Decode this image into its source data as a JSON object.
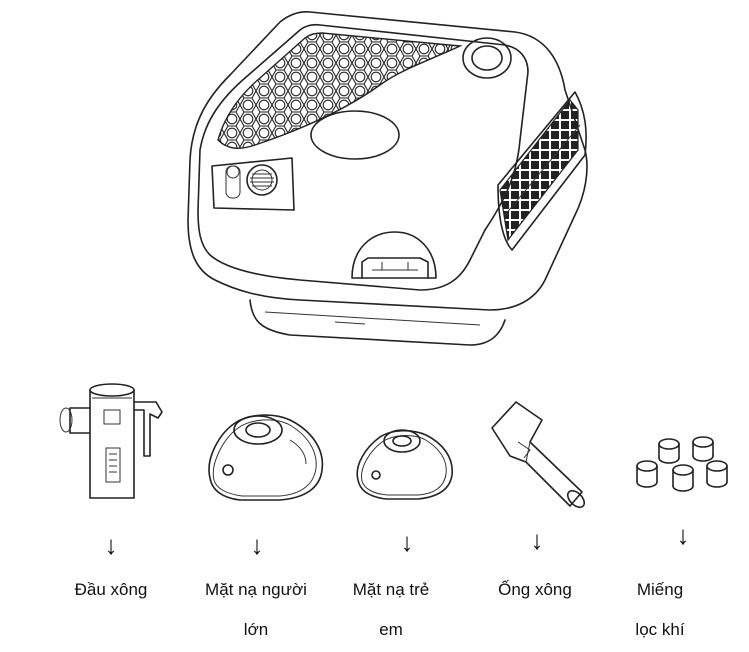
{
  "accessories": [
    {
      "label_line1": "Đầu xông",
      "label_line2": "",
      "icon": "nebulizer-cup-icon"
    },
    {
      "label_line1": "Mặt nạ người",
      "label_line2": "lớn",
      "icon": "adult-mask-icon"
    },
    {
      "label_line1": "Mặt nạ trẻ",
      "label_line2": "em",
      "icon": "child-mask-icon"
    },
    {
      "label_line1": "Ống xông",
      "label_line2": "",
      "icon": "mouthpiece-icon"
    },
    {
      "label_line1": "Miếng",
      "label_line2": "lọc khí",
      "icon": "air-filters-icon"
    }
  ],
  "arrow_glyph": "↓",
  "colors": {
    "line": "#222222",
    "background": "#ffffff"
  }
}
